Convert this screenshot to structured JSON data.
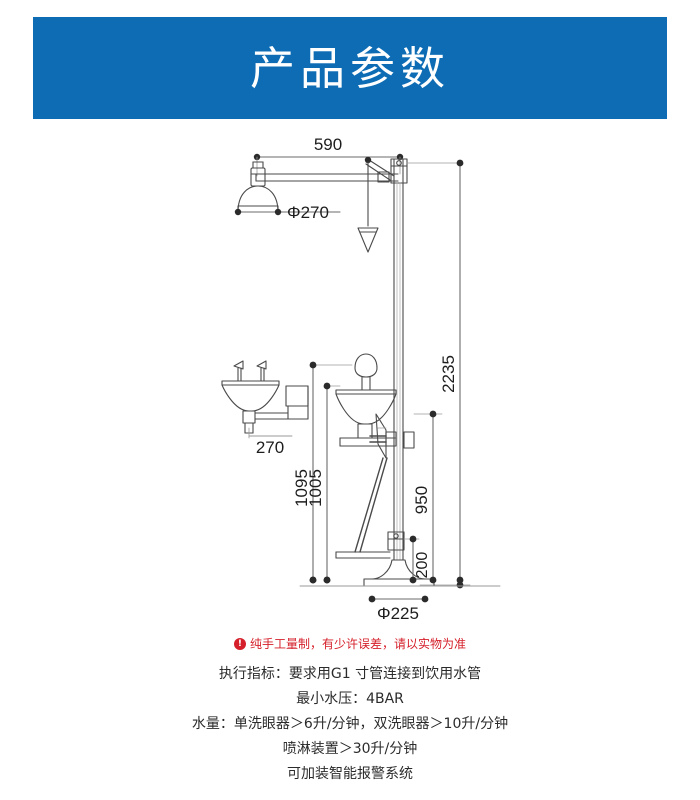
{
  "header": {
    "title": "产品参数",
    "background_color": "#0d6cb4",
    "text_color": "#ffffff"
  },
  "diagram": {
    "name": "emergency-shower-eyewash-dimension-drawing",
    "line_color": "#4a4a4a",
    "dimensions": {
      "arm_length": "590",
      "shower_head_diameter": "Φ270",
      "total_height": "2235",
      "eyewash_bowl_height": "1095",
      "eyewash_handle_height": "1005",
      "pipe_height": "950",
      "wall_eyewash_width": "270",
      "foot_valve_height": "200",
      "base_diameter": "Φ225"
    }
  },
  "notes": {
    "warning_icon": "exclamation-circle-icon",
    "warning": "纯手工量制，有少许误差，请以实物为准",
    "warning_color": "#d5202b",
    "lines": [
      "执行指标：要求用G1 寸管连接到饮用水管",
      "最小水压：4BAR",
      "水量：单洗眼器＞6升/分钟，双洗眼器＞10升/分钟",
      "喷淋装置＞30升/分钟",
      "可加装智能报警系统"
    ]
  }
}
